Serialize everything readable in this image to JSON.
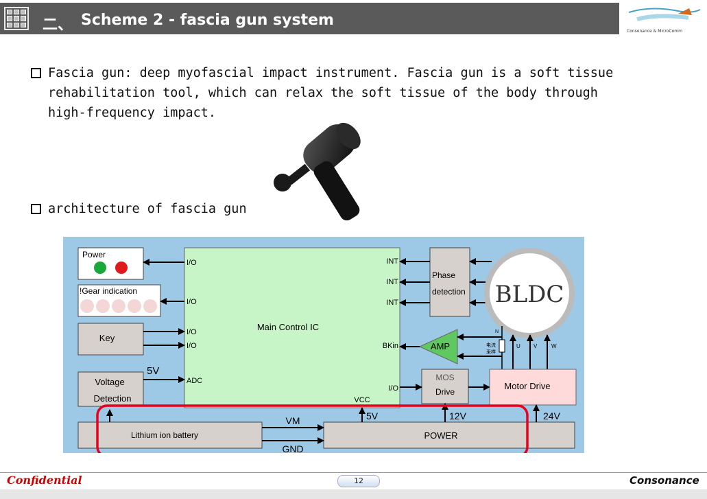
{
  "header": {
    "number": "二、",
    "title": "Scheme 2 - fascia gun system",
    "logo_text": "Consonance & MicroComm"
  },
  "bullets": {
    "intro_line1": "Fascia gun: deep myofascial impact instrument. Fascia gun is a soft tissue",
    "intro_line2": "rehabilitation tool, which can relax the soft tissue of the body through",
    "intro_line3": "high-frequency impact.",
    "architecture": "architecture of fascia gun"
  },
  "diagram": {
    "power_box": "Power",
    "gear_box": "!Gear indication",
    "key_box": "Key",
    "voltage_line1": "Voltage",
    "voltage_line2": "Detection",
    "v5_left": "5V",
    "main_ic": "Main Control IC",
    "io1": "I/O",
    "io2": "I/O",
    "io3": "I/O",
    "io4": "I/O",
    "adc": "ADC",
    "int1": "INT",
    "int2": "INT",
    "int3": "INT",
    "bkin": "BKin",
    "io_right": "I/O",
    "vcc": "VCC",
    "phase_line1": "Phase",
    "phase_line2": "detection",
    "bldc": "BLDC",
    "amp": "AMP",
    "amp_small1": "电流",
    "amp_small2": "采样",
    "n_label": "N",
    "u_label": "U",
    "v_label": "V",
    "w_label": "W",
    "mos_line1": "MOS",
    "mos_line2": "Drive",
    "motor_drive": "Motor Drive",
    "battery": "Lithium ion battery",
    "vm": "VM",
    "gnd": "GND",
    "power": "POWER",
    "v5": "5V",
    "v12": "12V",
    "v24": "24V"
  },
  "footer": {
    "confidential": "Confidential",
    "page": "12",
    "brand": "Consonance"
  },
  "colors": {
    "header_bg": "#5a5a5a",
    "diagram_bg": "#9ec9e6",
    "main_ic": "#c8f5c8",
    "block_gray": "#d6d1cc",
    "amp_green": "#5fc85f",
    "highlight_red": "#e8001c",
    "motor_drive": "#ffdada"
  }
}
